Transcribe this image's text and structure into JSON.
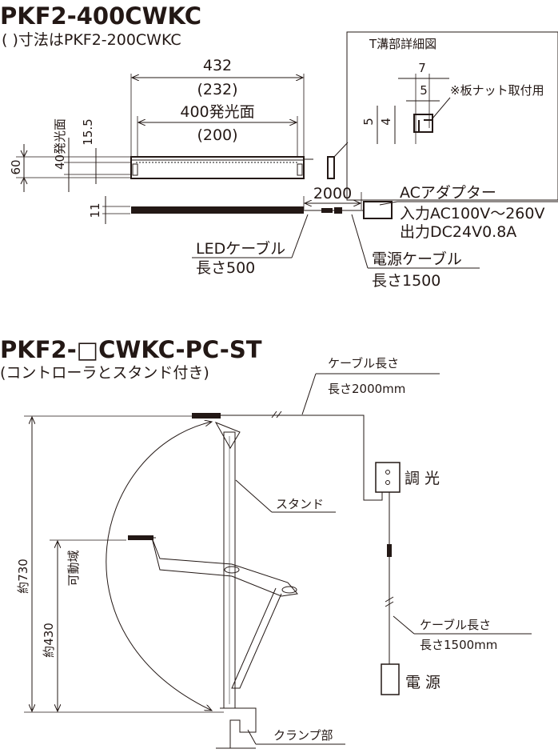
{
  "top": {
    "title": "PKF2-400CWKC",
    "subtitle": "(    )寸法はPKF2-200CWKC",
    "dim_length": "432",
    "dim_length_alt": "(232)",
    "dim_emit": "400発光面",
    "dim_emit_alt": "(200)",
    "dim_height": "60",
    "dim_emit_height": "40発光面",
    "dim_15_5": "15.5",
    "dim_thickness": "11",
    "dim_cable": "2000",
    "detail": {
      "title": "T溝部詳細図",
      "dim_7": "7",
      "dim_5w": "5",
      "dim_5h": "5",
      "dim_4": "4",
      "note": "※板ナット取付用"
    },
    "adapter": {
      "label": "ACアダプター",
      "input": "入力AC100V～260V",
      "output": "出力DC24V0.8A"
    },
    "led_cable": {
      "label": "LEDケーブル",
      "length": "長さ500"
    },
    "power_cable": {
      "label": "電源ケーブル",
      "length": "長さ1500"
    }
  },
  "bottom": {
    "title": "PKF2-□CWKC-PC-ST",
    "subtitle": "(コントローラとスタンド付き)",
    "cable_top": {
      "label": "ケーブル長さ",
      "length": "長さ2000mm"
    },
    "dimmer": "調 光",
    "stand": "スタンド",
    "cable_bottom": {
      "label": "ケーブル長さ",
      "length": "長さ1500mm"
    },
    "power": "電 源",
    "clamp": "クランプ部",
    "dim_730": "約730",
    "dim_430": "約430",
    "range": "可動域"
  }
}
